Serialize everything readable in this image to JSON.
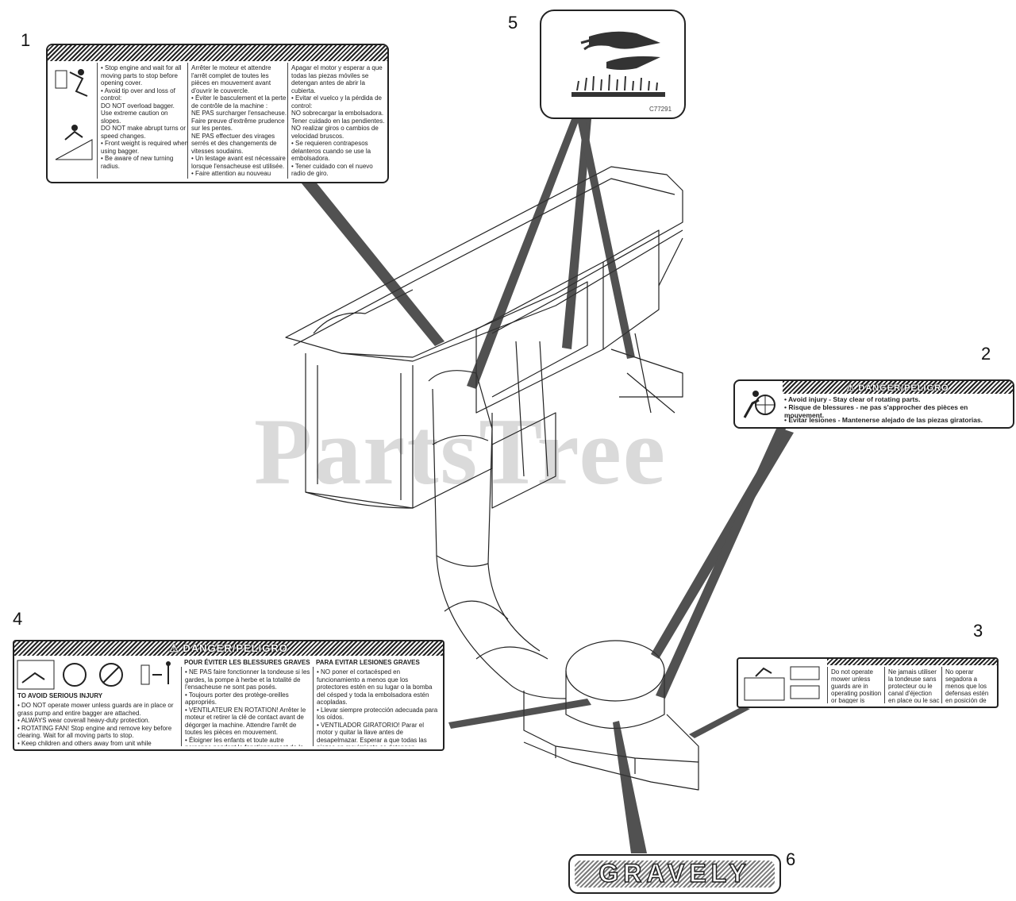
{
  "watermark": "PartsTree",
  "callouts": [
    "1",
    "2",
    "3",
    "4",
    "5",
    "6"
  ],
  "decal1": {
    "col1": "• Stop engine and wait for all moving parts to stop before opening cover.\n• Avoid tip over and loss of control:\nDO NOT overload bagger.\nUse extreme caution on slopes.\nDO NOT make abrupt turns or speed changes.\n• Front weight is required when using bagger.\n• Be aware of new turning radius.",
    "col2": "Arrêter le moteur et attendre l'arrêt complet de toutes les pièces en mouvement avant d'ouvrir le couvercle.\n• Éviter le basculement et la perte de contrôle de la machine :\nNE PAS surcharger l'ensacheuse.\nFaire preuve d'extrême prudence sur les pentes.\nNE PAS effectuer des virages serrés et des changements de vitesses soudains.\n• Un lestage avant est nécessaire lorsque l'ensacheuse est utilisée.\n• Faire attention au nouveau rayon de braquage.",
    "col3": "Apagar el motor y esperar a que todas las piezas móviles se detengan antes de abrir la cubierta.\n• Evitar el vuelco y la pérdida de control:\nNO sobrecargar la embolsadora.\nTener cuidado en las pendientes.\nNO realizar giros o cambios de velocidad bruscos.\n• Se requieren contrapesos delanteros cuando se use la embolsadora.\n• Tener cuidado con el nuevo radio de giro."
  },
  "decal2": {
    "header": "⚠ DANGER/PELIGRO",
    "line1": "• Avoid injury - Stay clear of rotating parts.",
    "line2": "• Risque de blessures - ne pas s'approcher des pièces en mouvement.",
    "line3": "• Evitar lesiones - Mantenerse alejado de las piezas giratorias."
  },
  "decal3": {
    "col1": "Do not operate mower unless guards are in operating position or bagger is attached.",
    "col2": "Ne jamais utiliser la tondeuse sans protecteur ou le canal d'éjection en place ou le sac monté.",
    "col3": "No operar segadora a menos que los defensas estén en posición de operación o el recogedor este fijo."
  },
  "decal4": {
    "header": "⚠ DANGER/PELIGRO",
    "title1": "TO AVOID SERIOUS INJURY",
    "title2": "POUR ÉVITER LES BLESSURES GRAVES",
    "title3": "PARA EVITAR LESIONES GRAVES",
    "col1": "• DO NOT operate mower unless guards are in place or grass pump and entire bagger are attached.\n• ALWAYS wear coverall heavy-duty protection.\n• ROTATING FAN! Stop engine and remove key before clearing. Wait for all moving parts to stop.\n• Keep children and others away from unit while operating.",
    "col2": "• NE PAS faire fonctionner la tondeuse si les gardes, la pompe à herbe et la totalité de l'ensacheuse ne sont pas posés.\n• Toujours porter des protège-oreilles appropriés.\n• VENTILATEUR EN ROTATION! Arrêter le moteur et retirer la clé de contact avant de dégorger la machine. Attendre l'arrêt de toutes les pièces en mouvement.\n• Éloigner les enfants et toute autre personne pendant le fonctionnement de la machine.",
    "col3": "• NO poner el cortacésped en funcionamiento a menos que los protectores estén en su lugar o la bomba del césped y toda la embolsadora estén acopladas.\n• Llevar siempre protección adecuada para los oídos.\n• VENTILADOR GIRATORIO! Parar el motor y quitar la llave antes de desapelmazar. Esperar a que todas las piezas en movimiento se detengan.\n• Mantener a niños y personas ajenas alejados de la unidad durante la operación."
  },
  "decal5": {
    "code": "C77291"
  },
  "decal6": {
    "text": "GRAVELY"
  }
}
